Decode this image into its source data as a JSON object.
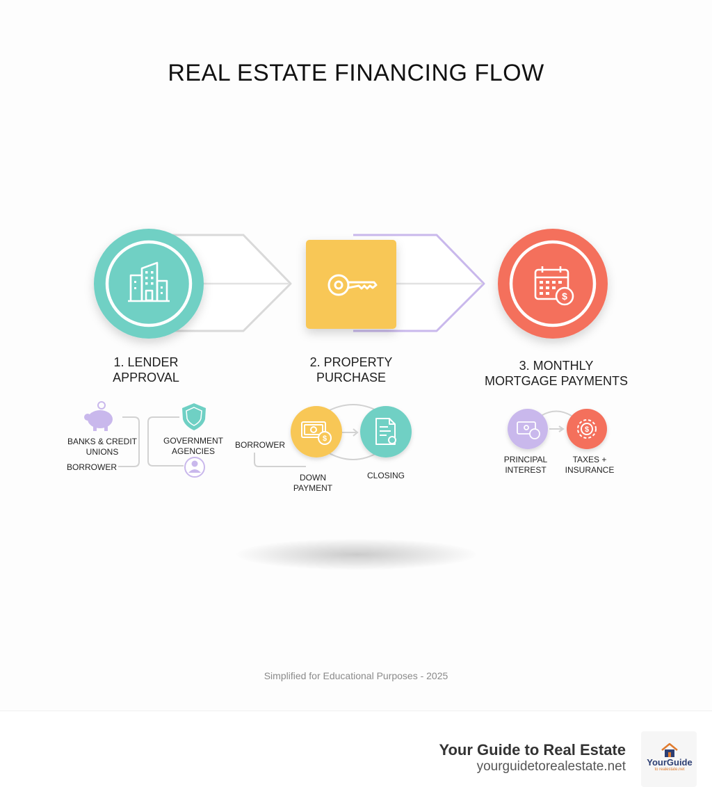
{
  "title": "REAL ESTATE FINANCING FLOW",
  "steps": [
    {
      "label_line1": "1. LENDER",
      "label_line2": "APPROVAL",
      "icon": "office-building-icon",
      "color": "#6fd0c4",
      "sub_items": {
        "banks_line1": "BANKS & CREDIT",
        "banks_line2": "UNIONS",
        "borrower": "BORROWER",
        "gov_line1": "GOVERNMENT",
        "gov_line2": "AGENCIES"
      }
    },
    {
      "label_line1": "2. PROPERTY",
      "label_line2": "PURCHASE",
      "icon": "key-icon",
      "color": "#f8c757",
      "sub_items": {
        "borrower": "BORROWER",
        "down_line1": "DOWN",
        "down_line2": "PAYMENT",
        "closing": "CLOSING"
      }
    },
    {
      "label_line1": "3. MONTHLY",
      "label_line2": "MORTGAGE PAYMENTS",
      "icon": "calendar-dollar-icon",
      "color": "#f46f5c",
      "sub_items": {
        "principal_line1": "PRINCIPAL",
        "principal_line2": "INTEREST",
        "taxes_line1": "TAXES +",
        "taxes_line2": "INSURANCE"
      }
    }
  ],
  "caption": "Simplified for Educational Purposes - 2025",
  "footer": {
    "brand_title": "Your Guide to Real Estate",
    "brand_url": "yourguidetorealestate.net",
    "logo_text": "YourGuide",
    "logo_sub": "to realestate.net"
  },
  "colors": {
    "teal": "#6fd0c4",
    "yellow": "#f8c757",
    "coral": "#f46f5c",
    "lavender": "#c9b8ec"
  }
}
